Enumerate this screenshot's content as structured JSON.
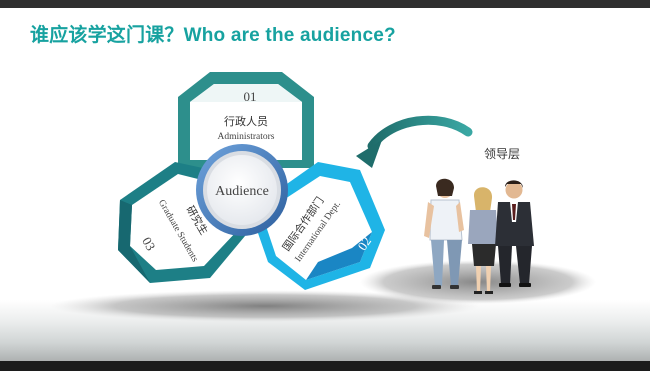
{
  "title": "谁应该学这门课？Who are the audience?",
  "center_label": "Audience",
  "segments": [
    {
      "number": "01",
      "cn": "行政人员",
      "en": "Administrators",
      "color": "#2d8f8c"
    },
    {
      "number": "02",
      "cn": "国际合作部门",
      "en": "International Dept.",
      "color": "#1fb4e6"
    },
    {
      "number": "03",
      "cn": "研究生",
      "en": "Graduate Students",
      "color": "#1d7f86"
    }
  ],
  "leadership_label": "领导层",
  "colors": {
    "title": "#17a2a0",
    "teal": "#2d8f8c",
    "blue": "#1fb4e6",
    "ring": "#3f76b8"
  },
  "icons": [
    "curved-arrow-icon",
    "business-people-illustration"
  ]
}
